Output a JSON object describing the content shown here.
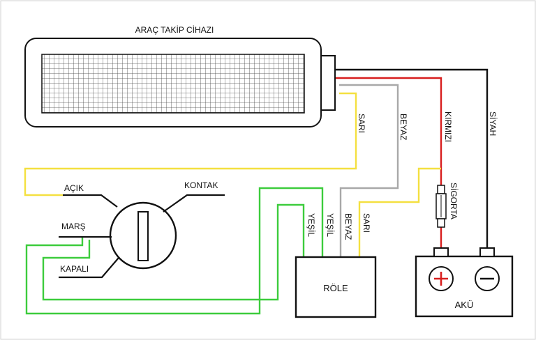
{
  "device": {
    "title": "ARAÇ TAKİP CİHAZI"
  },
  "ignition": {
    "acik": "AÇIK",
    "kontak": "KONTAK",
    "mars": "MARŞ",
    "kapali": "KAPALI"
  },
  "wires": {
    "sari": "SARI",
    "beyaz": "BEYAZ",
    "kirmizi": "KIRMIZI",
    "siyah": "SİYAH",
    "sigorta": "SİGORTA"
  },
  "relay": {
    "label": "RÖLE",
    "pin_yesil_1": "YEŞİL",
    "pin_yesil_2": "YEŞİL",
    "pin_beyaz": "BEYAZ",
    "pin_sari": "SARI"
  },
  "battery": {
    "label": "AKÜ"
  },
  "colors": {
    "yellow": "#f4e040",
    "gray": "#a8a8a8",
    "red": "#d81e1e",
    "black": "#111111",
    "green": "#3ccc3c"
  }
}
